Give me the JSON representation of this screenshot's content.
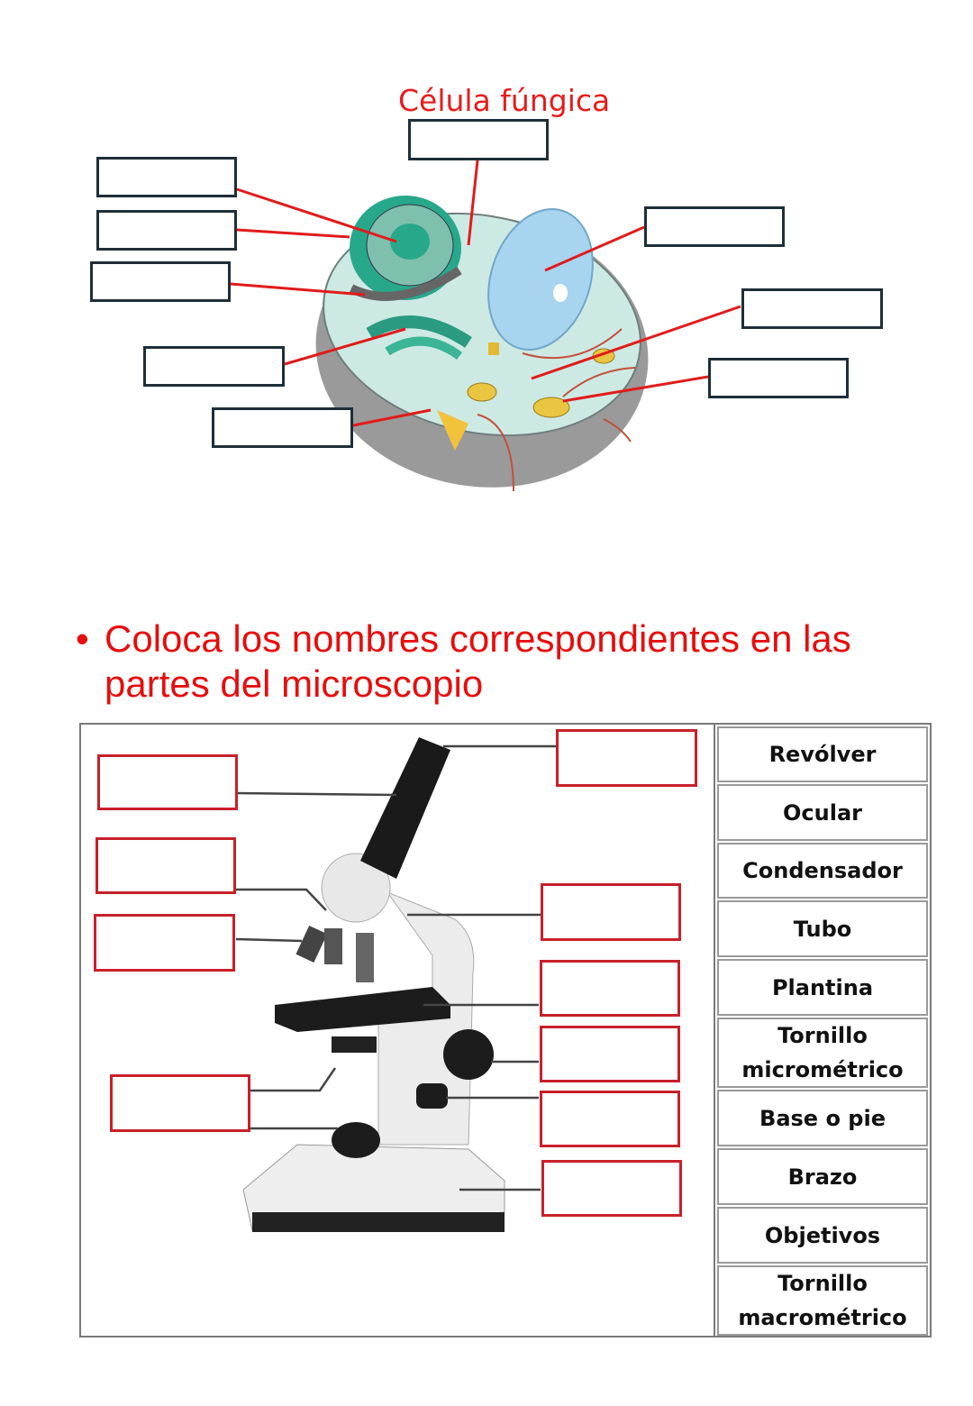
{
  "cell_section": {
    "title": "Célula fúngica",
    "title_color": "#e81c1c",
    "label_boxes": [
      {
        "id": "nucleolus"
      },
      {
        "id": "nuclear-envelope"
      },
      {
        "id": "endoplasmic-reticulum"
      },
      {
        "id": "golgi"
      },
      {
        "id": "cell-wall"
      },
      {
        "id": "ribosomes-top"
      },
      {
        "id": "vacuole"
      },
      {
        "id": "cytoplasm"
      },
      {
        "id": "mitochondria"
      }
    ]
  },
  "microscope_section": {
    "instruction_bullet": "•",
    "instruction": "Coloca los nombres correspondientes en las partes del microscopio",
    "instruction_color": "#e60e0e",
    "word_bank": [
      "Revólver",
      "Ocular",
      "Condensador",
      "Tubo",
      "Plantina",
      "Tornillo micrométrico",
      "Base o pie",
      "Brazo",
      "Objetivos",
      "Tornillo macrométrico"
    ]
  }
}
